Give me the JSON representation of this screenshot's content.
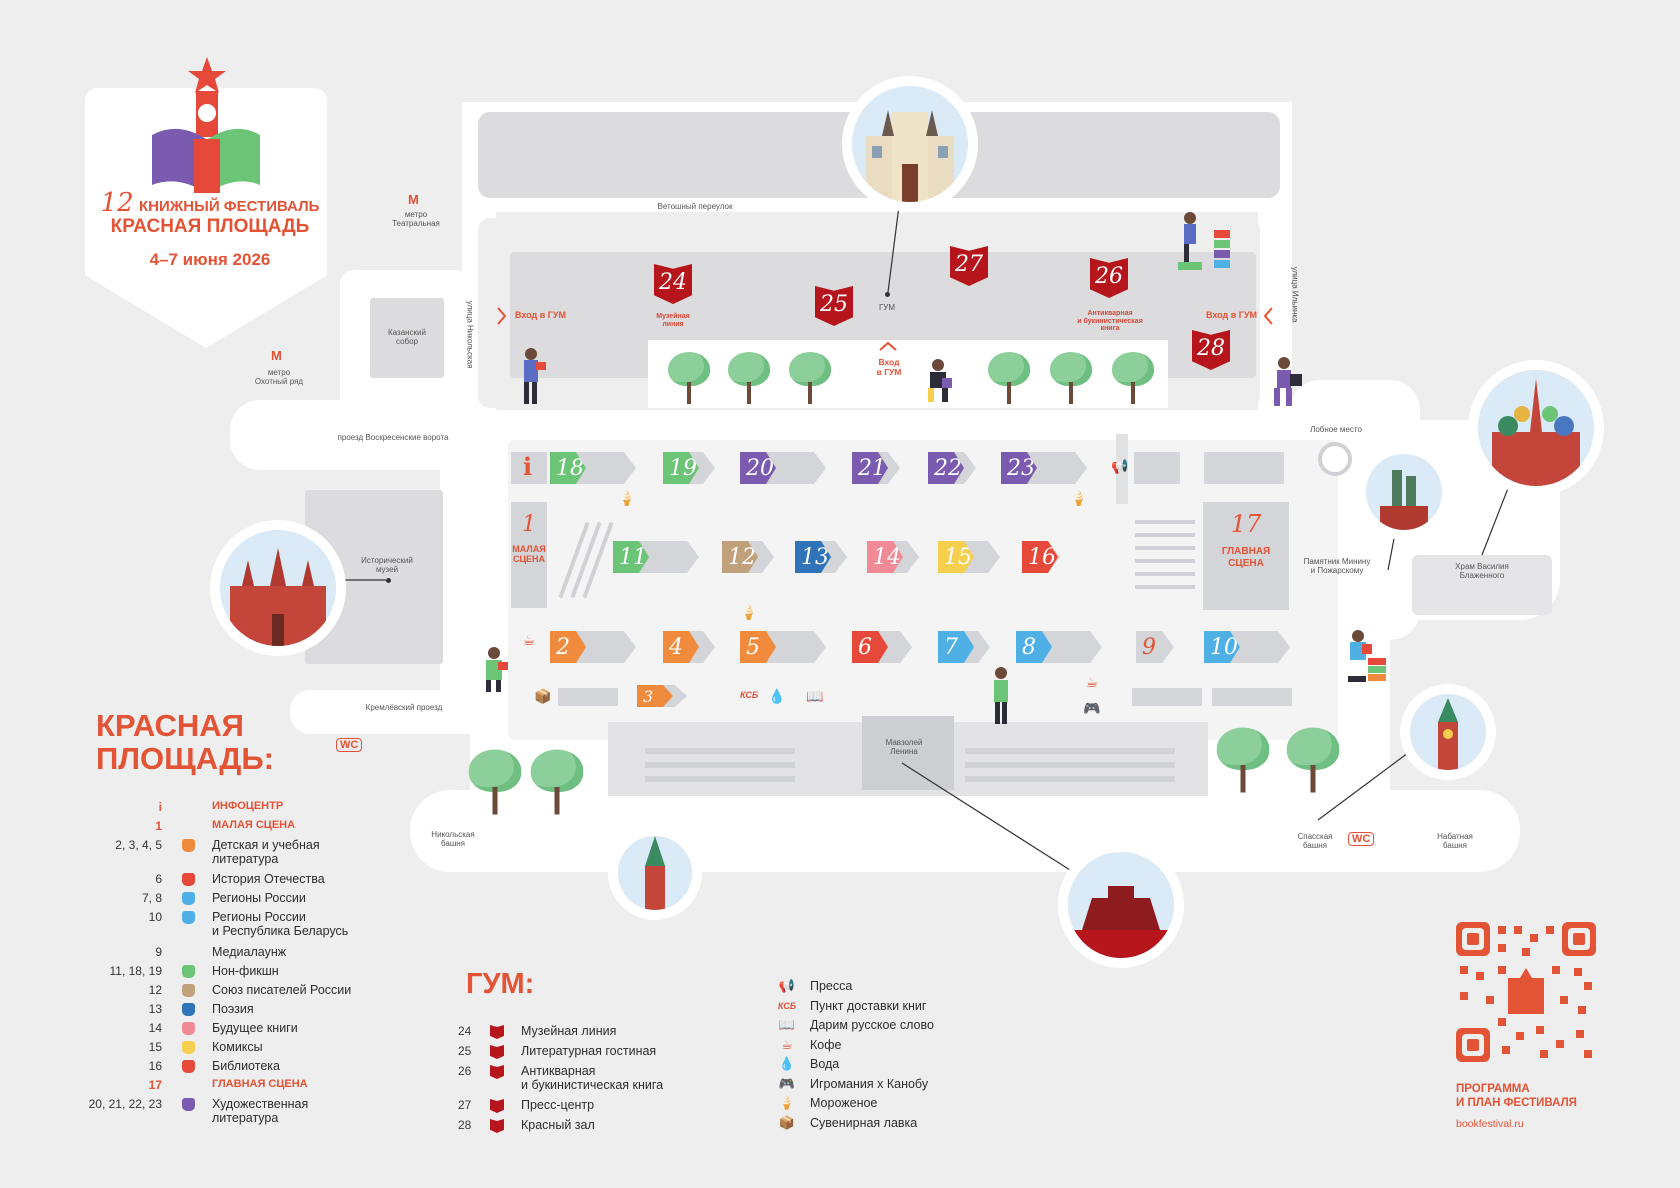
{
  "festival": {
    "number": "12",
    "line1": "КНИЖНЫЙ ФЕСТИВАЛЬ",
    "line2": "КРАСНАЯ ПЛОЩАДЬ",
    "dates": "4–7 июня 2026"
  },
  "map": {
    "metro_teatralnaya": "метро\nТеатральная",
    "metro_okhotny": "метро\nОхотный ряд",
    "kazansky": "Казанский\nсобор",
    "vetoshny": "Ветошный переулок",
    "nikolskaya_st": "улица Никольская",
    "ilyinka_st": "улица Ильинка",
    "voskresenskie": "проезд Воскресенские ворота",
    "kremlevsky": "Кремлёвский проезд",
    "istorichesky": "Исторический\nмузей",
    "gum": "ГУМ",
    "vhod_gum": "Вход в ГУМ",
    "vhod_gum_main": "Вход\nв ГУМ",
    "lobnoe": "Лобное место",
    "minin": "Памятник Минину\nи Пожарскому",
    "vasiliy": "Храм Василия\nБлаженного",
    "mausoleum": "Мавзолей\nЛенина",
    "nikolskaya_tower": "Никольская\nбашня",
    "spasskaya": "Спасская\nбашня",
    "nabatnaya": "Набатная\nбашня",
    "wc": "WC",
    "malaya_scena": "МАЛАЯ\nСЦЕНА",
    "glavnaya_scena": "ГЛАВНАЯ\nСЦЕНА",
    "info": "i",
    "ksb": "КСБ",
    "museum_line": "Музейная\nлиния",
    "antique": "Антикварная\nи букинистическая\nкнига"
  },
  "stalls": [
    {
      "n": "18",
      "color": "#6cc477"
    },
    {
      "n": "19",
      "color": "#6cc477"
    },
    {
      "n": "20",
      "color": "#7a5bb0"
    },
    {
      "n": "21",
      "color": "#7a5bb0"
    },
    {
      "n": "22",
      "color": "#7a5bb0"
    },
    {
      "n": "23",
      "color": "#7a5bb0"
    },
    {
      "n": "11",
      "color": "#6cc477"
    },
    {
      "n": "12",
      "color": "#c1a07c"
    },
    {
      "n": "13",
      "color": "#2f74b8"
    },
    {
      "n": "14",
      "color": "#ef8a96"
    },
    {
      "n": "15",
      "color": "#f6cf4e"
    },
    {
      "n": "16",
      "color": "#e6483a"
    },
    {
      "n": "2",
      "color": "#f08b3e"
    },
    {
      "n": "3",
      "color": "#f08b3e"
    },
    {
      "n": "4",
      "color": "#f08b3e"
    },
    {
      "n": "5",
      "color": "#f08b3e"
    },
    {
      "n": "6",
      "color": "#e6483a"
    },
    {
      "n": "7",
      "color": "#4fb0e6"
    },
    {
      "n": "8",
      "color": "#4fb0e6"
    },
    {
      "n": "9",
      "color": "#c7c8cb"
    },
    {
      "n": "10",
      "color": "#4fb0e6"
    }
  ],
  "gum_badges": [
    "24",
    "25",
    "27",
    "26",
    "28"
  ],
  "main_numbers": {
    "malaya": "1",
    "glavnaya": "17"
  },
  "legend": {
    "title": "КРАСНАЯ\nПЛОЩАДЬ:",
    "rows": [
      {
        "num": "i",
        "name": "ИНФОЦЕНТР",
        "color": "",
        "red": true
      },
      {
        "num": "1",
        "name": "МАЛАЯ СЦЕНА",
        "color": "",
        "red": true
      },
      {
        "num": "2, 3, 4, 5",
        "name": "Детская и учебная\nлитература",
        "color": "#f08b3e",
        "red": false
      },
      {
        "num": "6",
        "name": "История Отечества",
        "color": "#e6483a",
        "red": false
      },
      {
        "num": "7, 8",
        "name": "Регионы России",
        "color": "#4fb0e6",
        "red": false
      },
      {
        "num": "10",
        "name": "Регионы России\nи Республика Беларусь",
        "color": "#4fb0e6",
        "red": false
      },
      {
        "num": "9",
        "name": "Медиалаунж",
        "color": "",
        "red": false
      },
      {
        "num": "11, 18, 19",
        "name": "Нон-фикшн",
        "color": "#6cc477",
        "red": false
      },
      {
        "num": "12",
        "name": "Союз писателей России",
        "color": "#c1a07c",
        "red": false
      },
      {
        "num": "13",
        "name": "Поэзия",
        "color": "#2f74b8",
        "red": false
      },
      {
        "num": "14",
        "name": "Будущее книги",
        "color": "#ef8a96",
        "red": false
      },
      {
        "num": "15",
        "name": "Комиксы",
        "color": "#f6cf4e",
        "red": false
      },
      {
        "num": "16",
        "name": "Библиотека",
        "color": "#e6483a",
        "red": false
      },
      {
        "num": "17",
        "name": "ГЛАВНАЯ СЦЕНА",
        "color": "",
        "red": true
      },
      {
        "num": "20, 21, 22, 23",
        "name": "Художественная\nлитература",
        "color": "#7a5bb0",
        "red": false
      }
    ]
  },
  "gum_legend": {
    "title": "ГУМ:",
    "rows": [
      {
        "num": "24",
        "name": "Музейная линия"
      },
      {
        "num": "25",
        "name": "Литературная гостиная"
      },
      {
        "num": "26",
        "name": "Антикварная\nи букинистическая книга"
      },
      {
        "num": "27",
        "name": "Пресс-центр"
      },
      {
        "num": "28",
        "name": "Красный зал"
      }
    ]
  },
  "services": [
    {
      "icon": "megaphone-icon",
      "glyph": "📢",
      "name": "Пресса"
    },
    {
      "icon": "ksb-icon",
      "glyph": "КСБ",
      "name": "Пункт доставки книг"
    },
    {
      "icon": "open-book-icon",
      "glyph": "📖",
      "name": "Дарим русское слово"
    },
    {
      "icon": "coffee-icon",
      "glyph": "☕",
      "name": "Кофе"
    },
    {
      "icon": "water-drop-icon",
      "glyph": "💧",
      "name": "Вода"
    },
    {
      "icon": "gamepad-icon",
      "glyph": "🎮",
      "name": "Игромания x Канобу"
    },
    {
      "icon": "ice-cream-icon",
      "glyph": "🍦",
      "name": "Мороженое"
    },
    {
      "icon": "souvenir-box-icon",
      "glyph": "📦",
      "name": "Сувенирная лавка"
    }
  ],
  "qr": {
    "caption": "ПРОГРАММА\nИ ПЛАН ФЕСТИВАЛЯ",
    "url": "bookfestival.ru"
  },
  "colors": {
    "accent_red": "#e35335",
    "gum_red": "#b5151b",
    "road": "#ffffff",
    "block": "#dcdcde",
    "background": "#eeeeef"
  }
}
